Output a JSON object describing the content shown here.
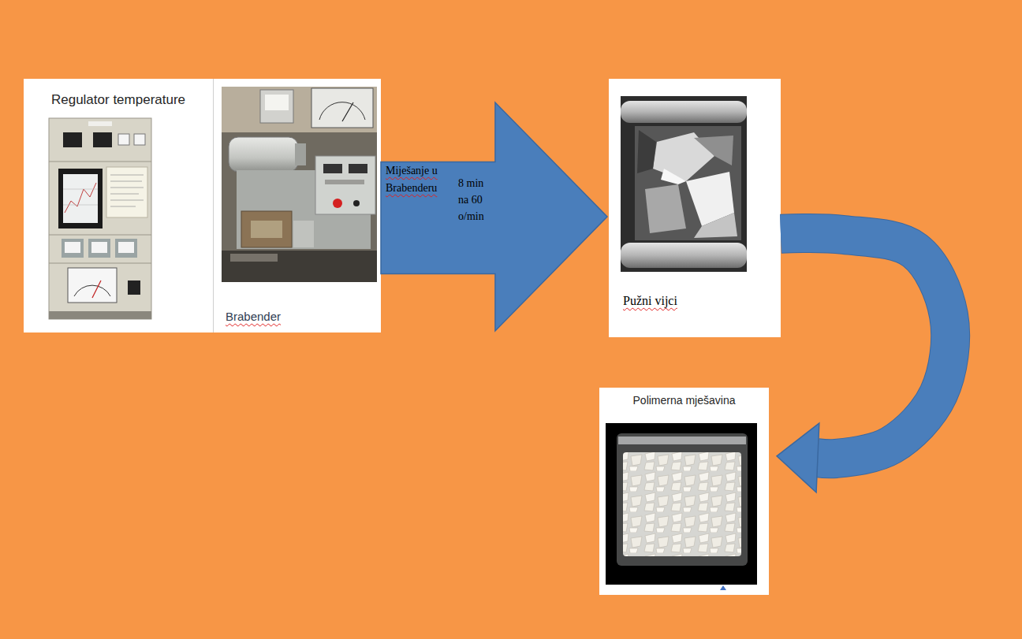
{
  "diagram": {
    "nodes": [
      {
        "text": [
          "Regulator temperature"
        ]
      },
      {
        "text": [
          "Brabender"
        ]
      },
      {
        "text": [
          "Miješanje u Brabenderu",
          "8 min na 60 o/min"
        ]
      },
      {
        "text": [
          "Pužni vijci"
        ]
      },
      {
        "text": [
          "Polimerna mješavina"
        ]
      }
    ],
    "edges": [
      {
        "from": 3,
        "to": 4,
        "arrow": "to"
      }
    ]
  }
}
